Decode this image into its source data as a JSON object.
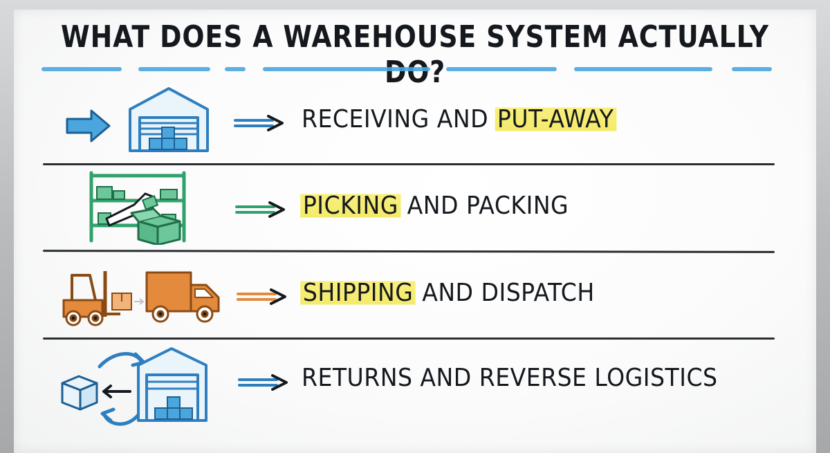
{
  "title": "WHAT DOES A WAREHOUSE SYSTEM ACTUALLY DO?",
  "colors": {
    "marker_black": "#15191e",
    "marker_blue": "#3a8fcc",
    "marker_green": "#2fa16b",
    "marker_orange": "#e48a3c",
    "highlight_yellow": "#f4ea6a"
  },
  "steps": [
    {
      "icon": "warehouse-receiving-icon",
      "label_before": "RECEIVING AND ",
      "label_highlight": "PUT-AWAY",
      "label_after": ""
    },
    {
      "icon": "shelf-picking-packing-icon",
      "label_before": "",
      "label_highlight": "PICKING",
      "label_after": " AND PACKING"
    },
    {
      "icon": "forklift-truck-icon",
      "label_before": "",
      "label_highlight": "SHIPPING",
      "label_after": " AND DISPATCH"
    },
    {
      "icon": "returns-warehouse-icon",
      "label_before": "RETURNS AND REVERSE LOGISTICS",
      "label_highlight": "",
      "label_after": ""
    }
  ]
}
